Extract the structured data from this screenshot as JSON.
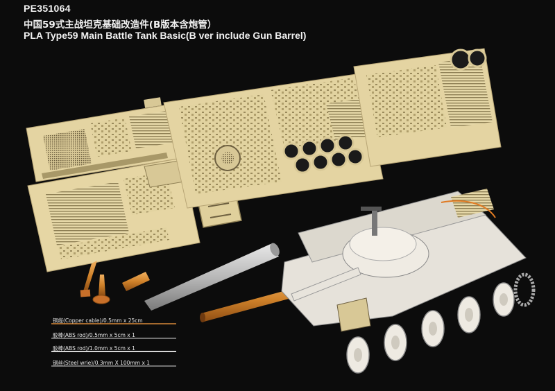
{
  "product_code": "PE351064",
  "title_cn": "中国59式主战坦克基础改造件(B版本含炮管）",
  "title_en": "PLA Type59 Main Battle Tank Basic(B ver include Gun Barrel)",
  "materials": [
    "铜缆(Copper cable)/0.5mm x 25cm",
    "胶棒(ABS rod)/0.5mm x 5cm x 1",
    "胶棒(ABS rod)/1.0mm x 5cm x 1",
    "钢丝(Steel wrie)/0.3mm X 100mm x 1"
  ],
  "colors": {
    "background": "#0c0c0c",
    "brass": "#e4d4a2",
    "turned_brass": "#d98a2e",
    "aluminum": "#c8c8c8",
    "resin": "#ece8e0"
  }
}
